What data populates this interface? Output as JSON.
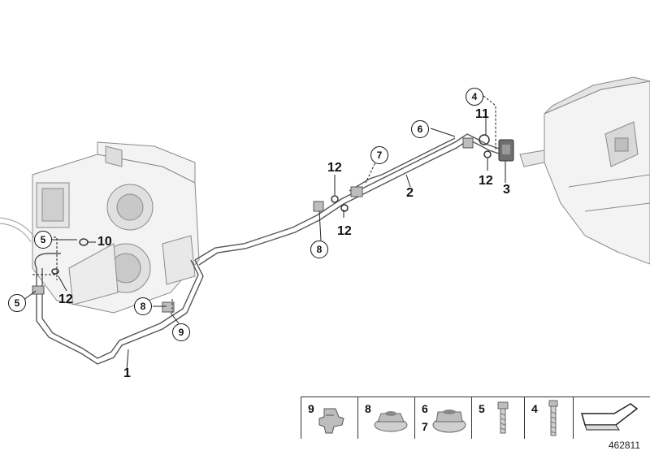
{
  "callouts": {
    "c1": "1",
    "c2": "2",
    "c3": "3",
    "c4": "4",
    "c5a": "5",
    "c5b": "5",
    "c6": "6",
    "c7": "7",
    "c8a": "8",
    "c8b": "8",
    "c9": "9",
    "c10": "10",
    "c11": "11",
    "c12a": "12",
    "c12b": "12",
    "c12c": "12",
    "c12d": "12"
  },
  "legend": {
    "cell9": "9",
    "cell8": "8",
    "cell6": "6",
    "cell7": "7",
    "cell5": "5",
    "cell4": "4"
  },
  "document_number": "462811",
  "icons": {
    "clip": "clip-icon",
    "hex_nut": "hex-nut-icon",
    "collar_nut": "collar-nut-icon",
    "bolt_short": "bolt-icon",
    "bolt_long": "bolt-icon",
    "arrow": "arrow-icon"
  }
}
